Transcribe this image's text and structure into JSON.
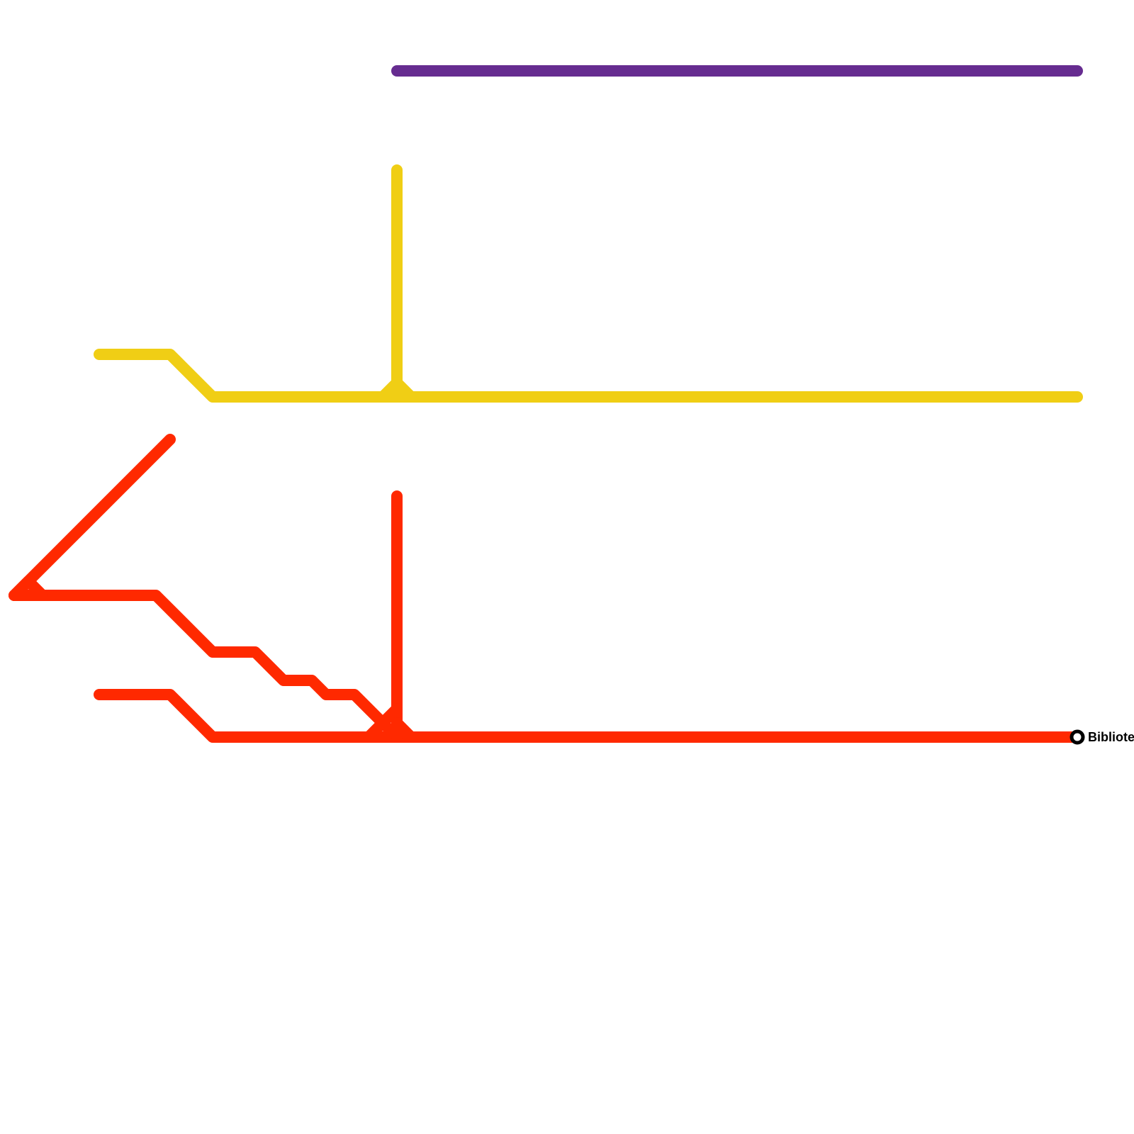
{
  "map": {
    "background": "#ffffff",
    "lines": [
      {
        "id": "purple",
        "color": "#662c90"
      },
      {
        "id": "yellow",
        "color": "#f0ce15"
      },
      {
        "id": "red",
        "color": "#ff2900"
      }
    ],
    "stations": [
      {
        "id": "biblioteca",
        "label": "Bibliote",
        "line": "red",
        "marker_fill": "#ffffff",
        "marker_stroke": "#000000"
      }
    ]
  }
}
